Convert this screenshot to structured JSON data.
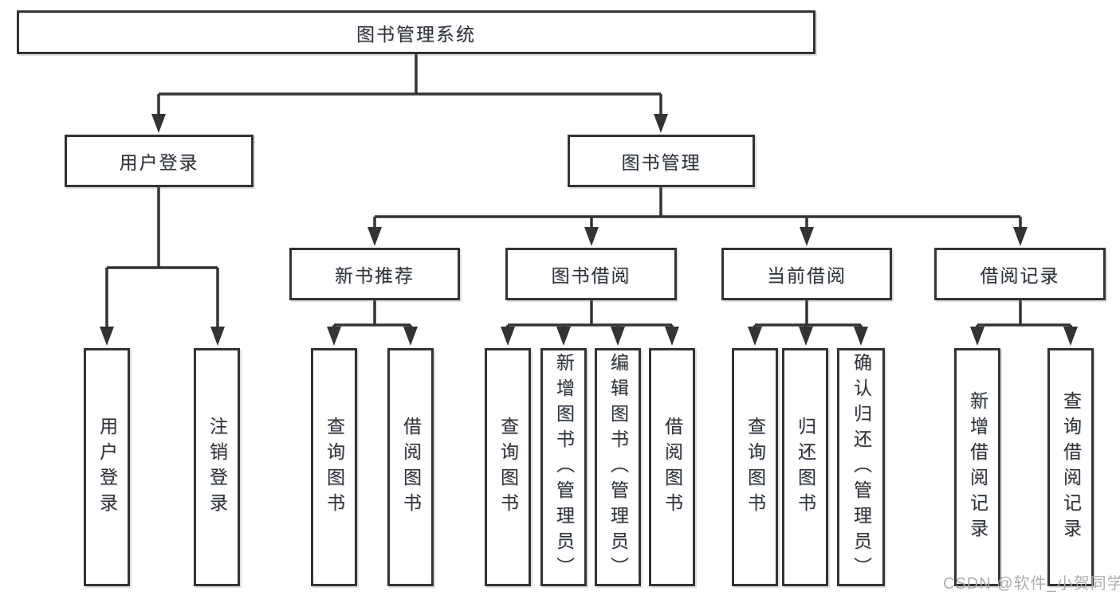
{
  "diagram": {
    "root": "图书管理系统",
    "branches": [
      {
        "label": "用户登录",
        "children": [
          "用户登录",
          "注销登录"
        ]
      },
      {
        "label": "图书管理",
        "groups": [
          {
            "label": "新书推荐",
            "children": [
              "查询图书",
              "借阅图书"
            ]
          },
          {
            "label": "图书借阅",
            "children": [
              "查询图书",
              "新增图书（管理员）",
              "编辑图书（管理员）",
              "借阅图书"
            ]
          },
          {
            "label": "当前借阅",
            "children": [
              "查询图书",
              "归还图书",
              "确认归还（管理员）"
            ]
          },
          {
            "label": "借阅记录",
            "children": [
              "新增借阅记录",
              "查询借阅记录"
            ]
          }
        ]
      }
    ]
  },
  "colors": {
    "line": "#333333",
    "box_border": "#333333",
    "text": "#333333",
    "watermark": "#a8a8a8"
  },
  "watermark": {
    "text": "CSDN @软件_小贺同学"
  }
}
